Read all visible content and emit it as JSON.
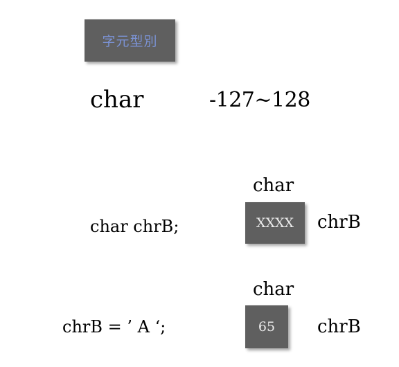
{
  "title": "字元型別",
  "type_row": {
    "name": "char",
    "range": "-127~128"
  },
  "declaration": {
    "code": "char chrB;",
    "type_label": "char",
    "box_value": "XXXX",
    "var_label": "chrB"
  },
  "assignment": {
    "code": "chrB = ’ A ‘;",
    "type_label": "char",
    "box_value": "65",
    "var_label": "chrB"
  },
  "colors": {
    "box_fill": "#5f5f5f",
    "title_text": "#7b93d6",
    "box_text": "#ececec"
  }
}
